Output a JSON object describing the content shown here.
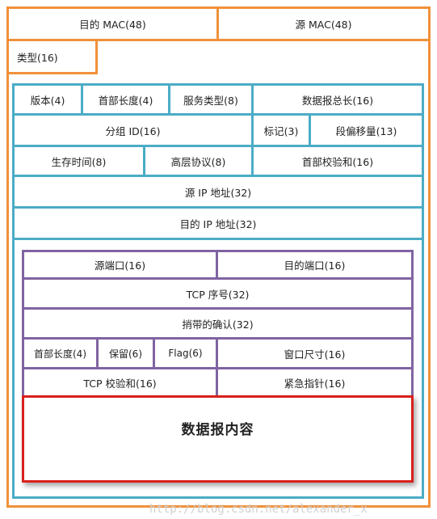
{
  "ethernet": {
    "dst_mac": "目的 MAC(48)",
    "src_mac": "源 MAC(48)",
    "type": "类型(16)"
  },
  "ip": {
    "version": "版本(4)",
    "header_length": "首部长度(4)",
    "service_type": "服务类型(8)",
    "total_length": "数据报总长(16)",
    "group_id": "分组 ID(16)",
    "flags": "标记(3)",
    "fragment_offset": "段偏移量(13)",
    "ttl": "生存时间(8)",
    "protocol": "高层协议(8)",
    "checksum": "首部校验和(16)",
    "src_ip": "源 IP 地址(32)",
    "dst_ip": "目的 IP 地址(32)"
  },
  "tcp": {
    "src_port": "源端口(16)",
    "dst_port": "目的端口(16)",
    "seq": "TCP 序号(32)",
    "ack": "捎带的确认(32)",
    "header_length": "首部长度(4)",
    "reserved": "保留(6)",
    "flag": "Flag(6)",
    "window": "窗口尺寸(16)",
    "checksum": "TCP 校验和(16)",
    "urgent": "紧急指针(16)"
  },
  "payload": {
    "label": "数据报内容"
  },
  "watermark": "http://blog.csdn.net/alexander_x",
  "colors": {
    "ethernet": "#f0913a",
    "ip": "#4bacc6",
    "tcp": "#8064a2",
    "payload": "#d9201c"
  }
}
